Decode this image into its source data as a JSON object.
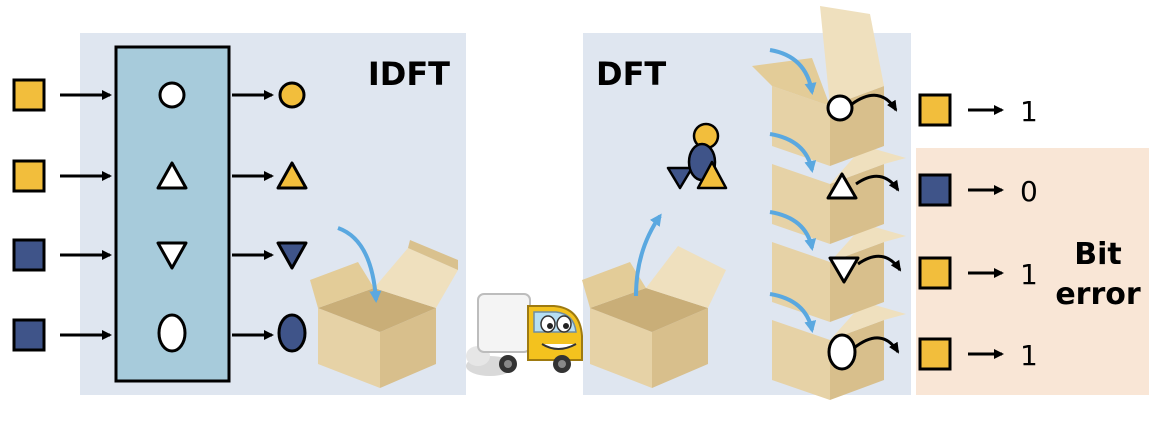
{
  "idft": {
    "title": "IDFT"
  },
  "dft": {
    "title": "DFT"
  },
  "inputs": [
    {
      "color": "yellow"
    },
    {
      "color": "yellow"
    },
    {
      "color": "blue"
    },
    {
      "color": "blue"
    }
  ],
  "symbols": [
    {
      "shape": "circle"
    },
    {
      "shape": "triangle-up"
    },
    {
      "shape": "triangle-down"
    },
    {
      "shape": "ellipse"
    }
  ],
  "outputs": [
    {
      "color": "yellow",
      "bit": "1"
    },
    {
      "color": "blue",
      "bit": "0"
    },
    {
      "color": "yellow",
      "bit": "1"
    },
    {
      "color": "yellow",
      "bit": "1"
    }
  ],
  "error": {
    "line1": "Bit",
    "line2": "error"
  },
  "colors": {
    "yellow": "#F2BE3C",
    "blue": "#3F5489",
    "panel": "#DFE6F0",
    "error_bg": "#F9E6D6",
    "ifft_block": "#A7CBDB",
    "box_front": "#E6D2A6",
    "box_side": "#D8BF8C",
    "box_flap": "#EFE0BE",
    "arrow_curve": "#5AA8E0"
  },
  "icons": [
    "truck-icon",
    "box-icon",
    "curved-arrow-icon"
  ]
}
